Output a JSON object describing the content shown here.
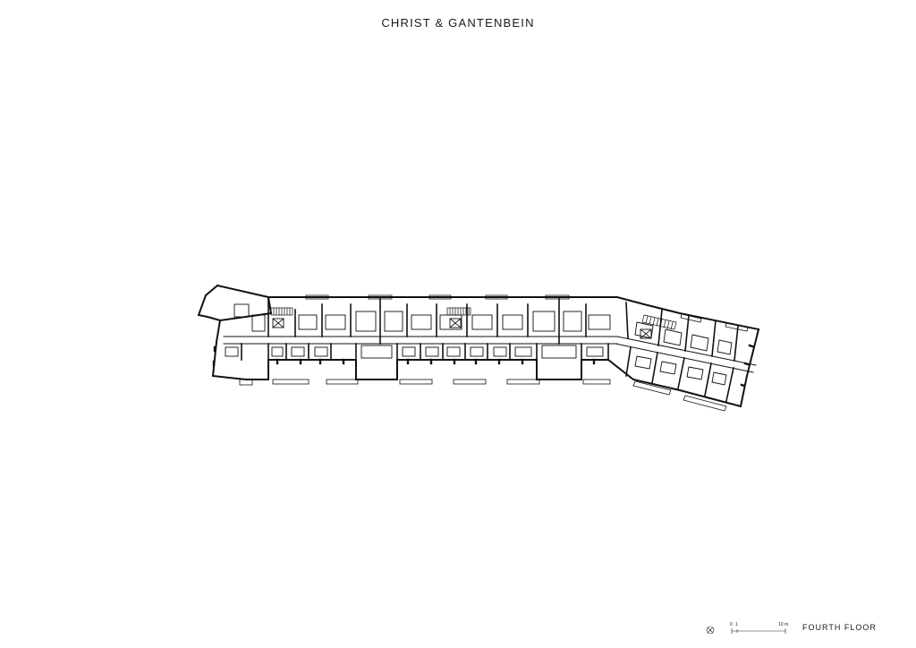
{
  "header": {
    "title": "CHRIST & GANTENBEIN"
  },
  "footer": {
    "floor_label": "FOURTH FLOOR",
    "scale_start": "0",
    "scale_tick": "1",
    "scale_end": "10 m",
    "north_icon": "north-arrow-icon"
  }
}
